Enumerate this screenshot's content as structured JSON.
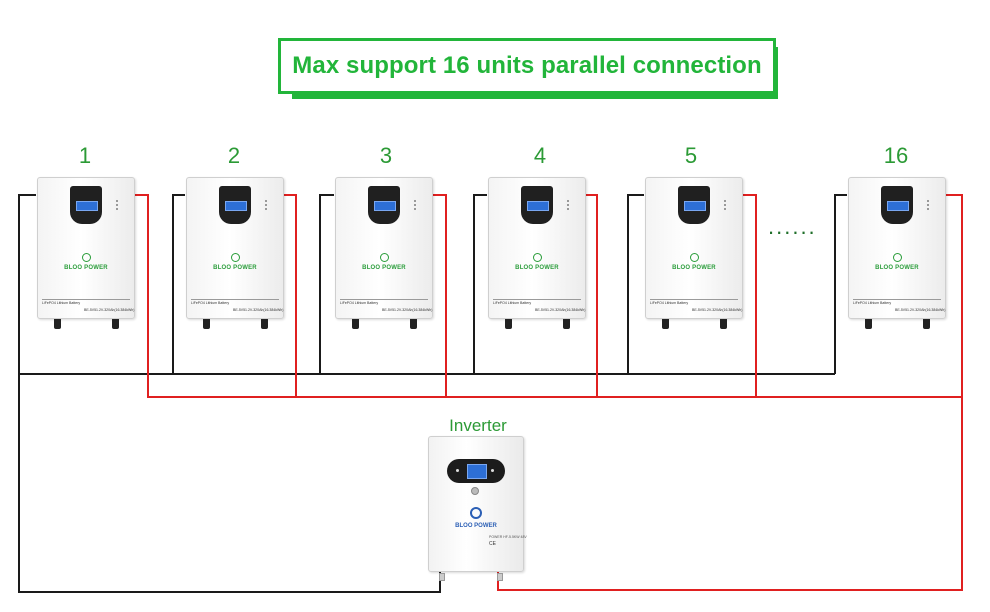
{
  "title": "Max support 16 units parallel connection",
  "units": [
    {
      "number": "1"
    },
    {
      "number": "2"
    },
    {
      "number": "3"
    },
    {
      "number": "4"
    },
    {
      "number": "5"
    },
    {
      "number": "16"
    }
  ],
  "ellipsis": "......",
  "battery": {
    "brand": "BLOO POWER",
    "label": "LiFePO4 Lithium Battery",
    "spec": "BE-5V51.2V-320Ah(16.384kWh)"
  },
  "inverter": {
    "label": "Inverter",
    "brand": "BLOO POWER",
    "model_text": "POWER HF-5.5KW 48V",
    "ce_mark": "CE"
  },
  "colors": {
    "accent": "#22b53a",
    "label_green": "#2b9a35",
    "negative_wire": "#1a1a1a",
    "positive_wire": "#e02020",
    "inverter_brand": "#2b5fb5"
  }
}
